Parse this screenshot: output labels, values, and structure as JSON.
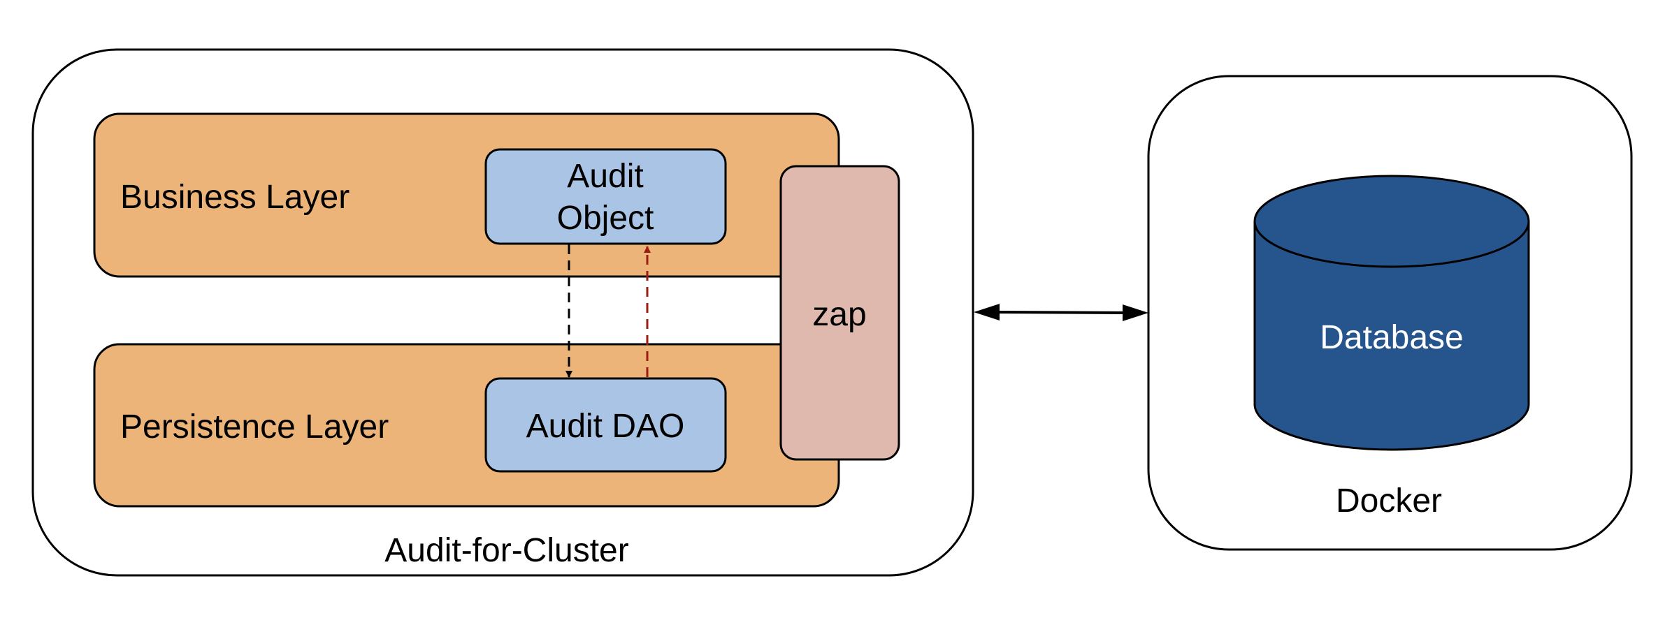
{
  "diagram": {
    "cluster_box": {
      "label": "Audit-for-Cluster"
    },
    "business_layer": {
      "label": "Business Layer"
    },
    "persistence_layer": {
      "label": "Persistence Layer"
    },
    "audit_object": {
      "line1": "Audit",
      "line2": "Object"
    },
    "audit_dao": {
      "label": "Audit DAO"
    },
    "zap": {
      "label": "zap"
    },
    "docker_box": {
      "label": "Docker"
    },
    "database": {
      "label": "Database"
    }
  },
  "colors": {
    "layer_fill": "#ecb478",
    "component_fill": "#a9c4e4",
    "zap_fill": "#e0b9ae",
    "database_fill": "#26548c",
    "arrow_black": "#000000",
    "arrow_red": "#9b1c12"
  }
}
